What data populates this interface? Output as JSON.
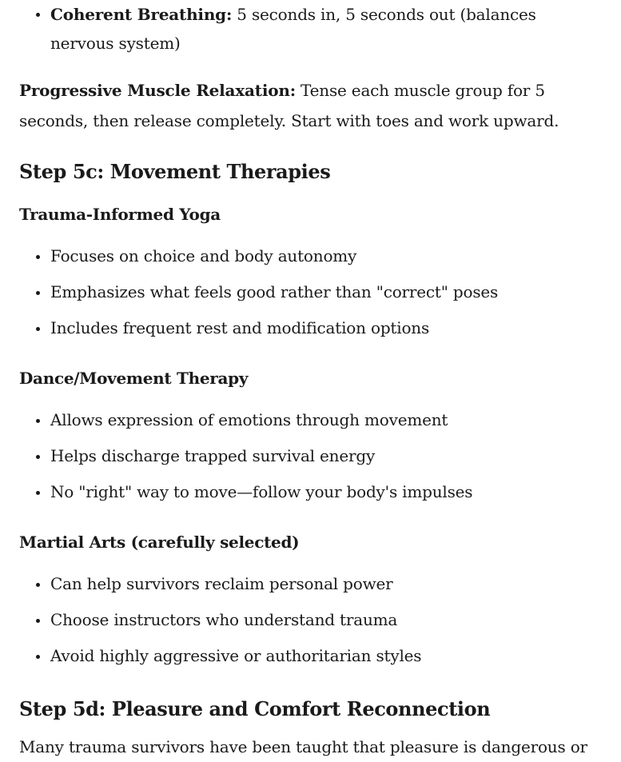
{
  "breathing_item": {
    "label": "Coherent Breathing:",
    "text_line1": " 5 seconds in, 5 seconds out (balances",
    "text_line2": "nervous system)"
  },
  "pmr": {
    "label": "Progressive Muscle Relaxation:",
    "text_line1": " Tense each muscle group for 5",
    "text_line2": "seconds, then release completely. Start with toes and work upward."
  },
  "step5c": {
    "heading": "Step 5c: Movement Therapies",
    "yoga": {
      "title": "Trauma-Informed Yoga",
      "items": [
        "Focuses on choice and body autonomy",
        "Emphasizes what feels good rather than \"correct\" poses",
        "Includes frequent rest and modification options"
      ]
    },
    "dance": {
      "title": "Dance/Movement Therapy",
      "items": [
        "Allows expression of emotions through movement",
        "Helps discharge trapped survival energy",
        "No \"right\" way to move—follow your body's impulses"
      ]
    },
    "martial": {
      "title": "Martial Arts (carefully selected)",
      "items": [
        "Can help survivors reclaim personal power",
        "Choose instructors who understand trauma",
        "Avoid highly aggressive or authoritarian styles"
      ]
    }
  },
  "step5d": {
    "heading": "Step 5d: Pleasure and Comfort Reconnection",
    "intro": "Many trauma survivors have been taught that pleasure is dangerous or"
  }
}
